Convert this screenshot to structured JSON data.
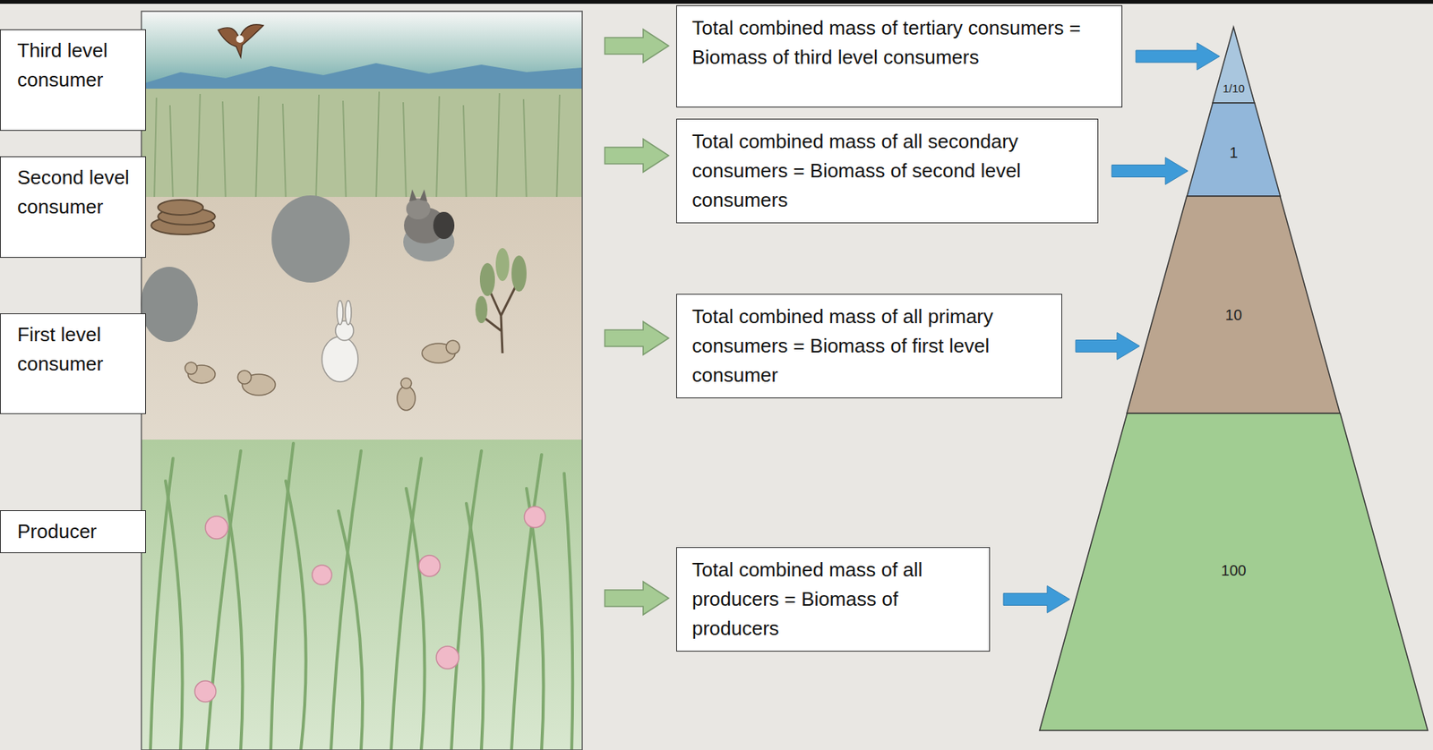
{
  "diagram": {
    "nodes": [
      {
        "text": [
          "Third level consumer"
        ]
      },
      {
        "text": [
          "Second level consumer"
        ]
      },
      {
        "text": [
          "First level consumer"
        ]
      },
      {
        "text": [
          "Producer"
        ]
      },
      {
        "text": [
          "Total combined mass of tertiary consumers = Biomass of third level consumers"
        ]
      },
      {
        "text": [
          "Total combined mass of all secondary consumers = Biomass of second level consumers"
        ]
      },
      {
        "text": [
          "Total combined mass of all primary consumers = Biomass of first level consumer"
        ]
      },
      {
        "text": [
          "Total combined mass of all producers = Biomass of producers"
        ]
      },
      {
        "text": [
          "1/10"
        ]
      },
      {
        "text": [
          "1"
        ]
      },
      {
        "text": [
          "10"
        ]
      },
      {
        "text": [
          "100"
        ]
      }
    ],
    "edges": [
      {
        "from": 4,
        "to": 8,
        "arrow": "to"
      },
      {
        "from": 5,
        "to": 9,
        "arrow": "to"
      },
      {
        "from": 6,
        "to": 10,
        "arrow": "to"
      },
      {
        "from": 7,
        "to": 11,
        "arrow": "to"
      }
    ]
  }
}
